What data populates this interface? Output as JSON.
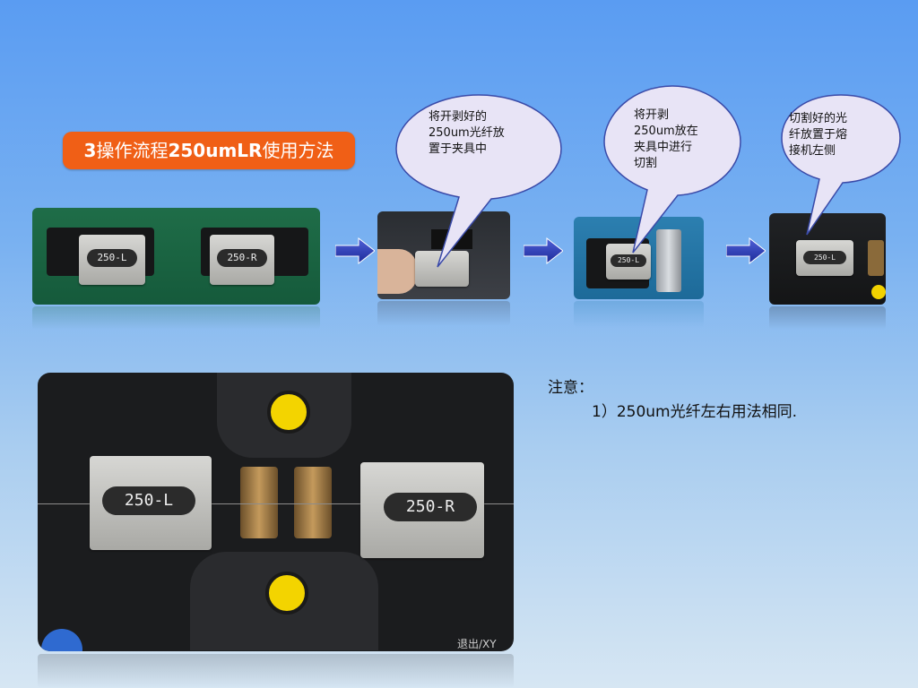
{
  "title": {
    "prefix": "3",
    "part1": "操作流程",
    "bold_code": "250umLR",
    "part2": "使用方法"
  },
  "clamp_labels": {
    "left": "250-L",
    "right": "250-R"
  },
  "bubbles": [
    {
      "lines": [
        "将开剥好的",
        "250um光纤放",
        "置于夹具中"
      ]
    },
    {
      "lines": [
        "将开剥",
        "250um放在",
        "夹具中进行",
        "切割"
      ]
    },
    {
      "lines": [
        "切割好的光",
        "纤放置于熔",
        "接机左侧"
      ]
    }
  ],
  "photo_text": {
    "corner_text": "退出/XY"
  },
  "notes": {
    "heading": "注意：",
    "item1": "1）250um光纤左右用法相同."
  },
  "colors": {
    "badge": "#f05f16",
    "arrow": "#2233a8",
    "bubble_fill": "#e8e4f6"
  }
}
